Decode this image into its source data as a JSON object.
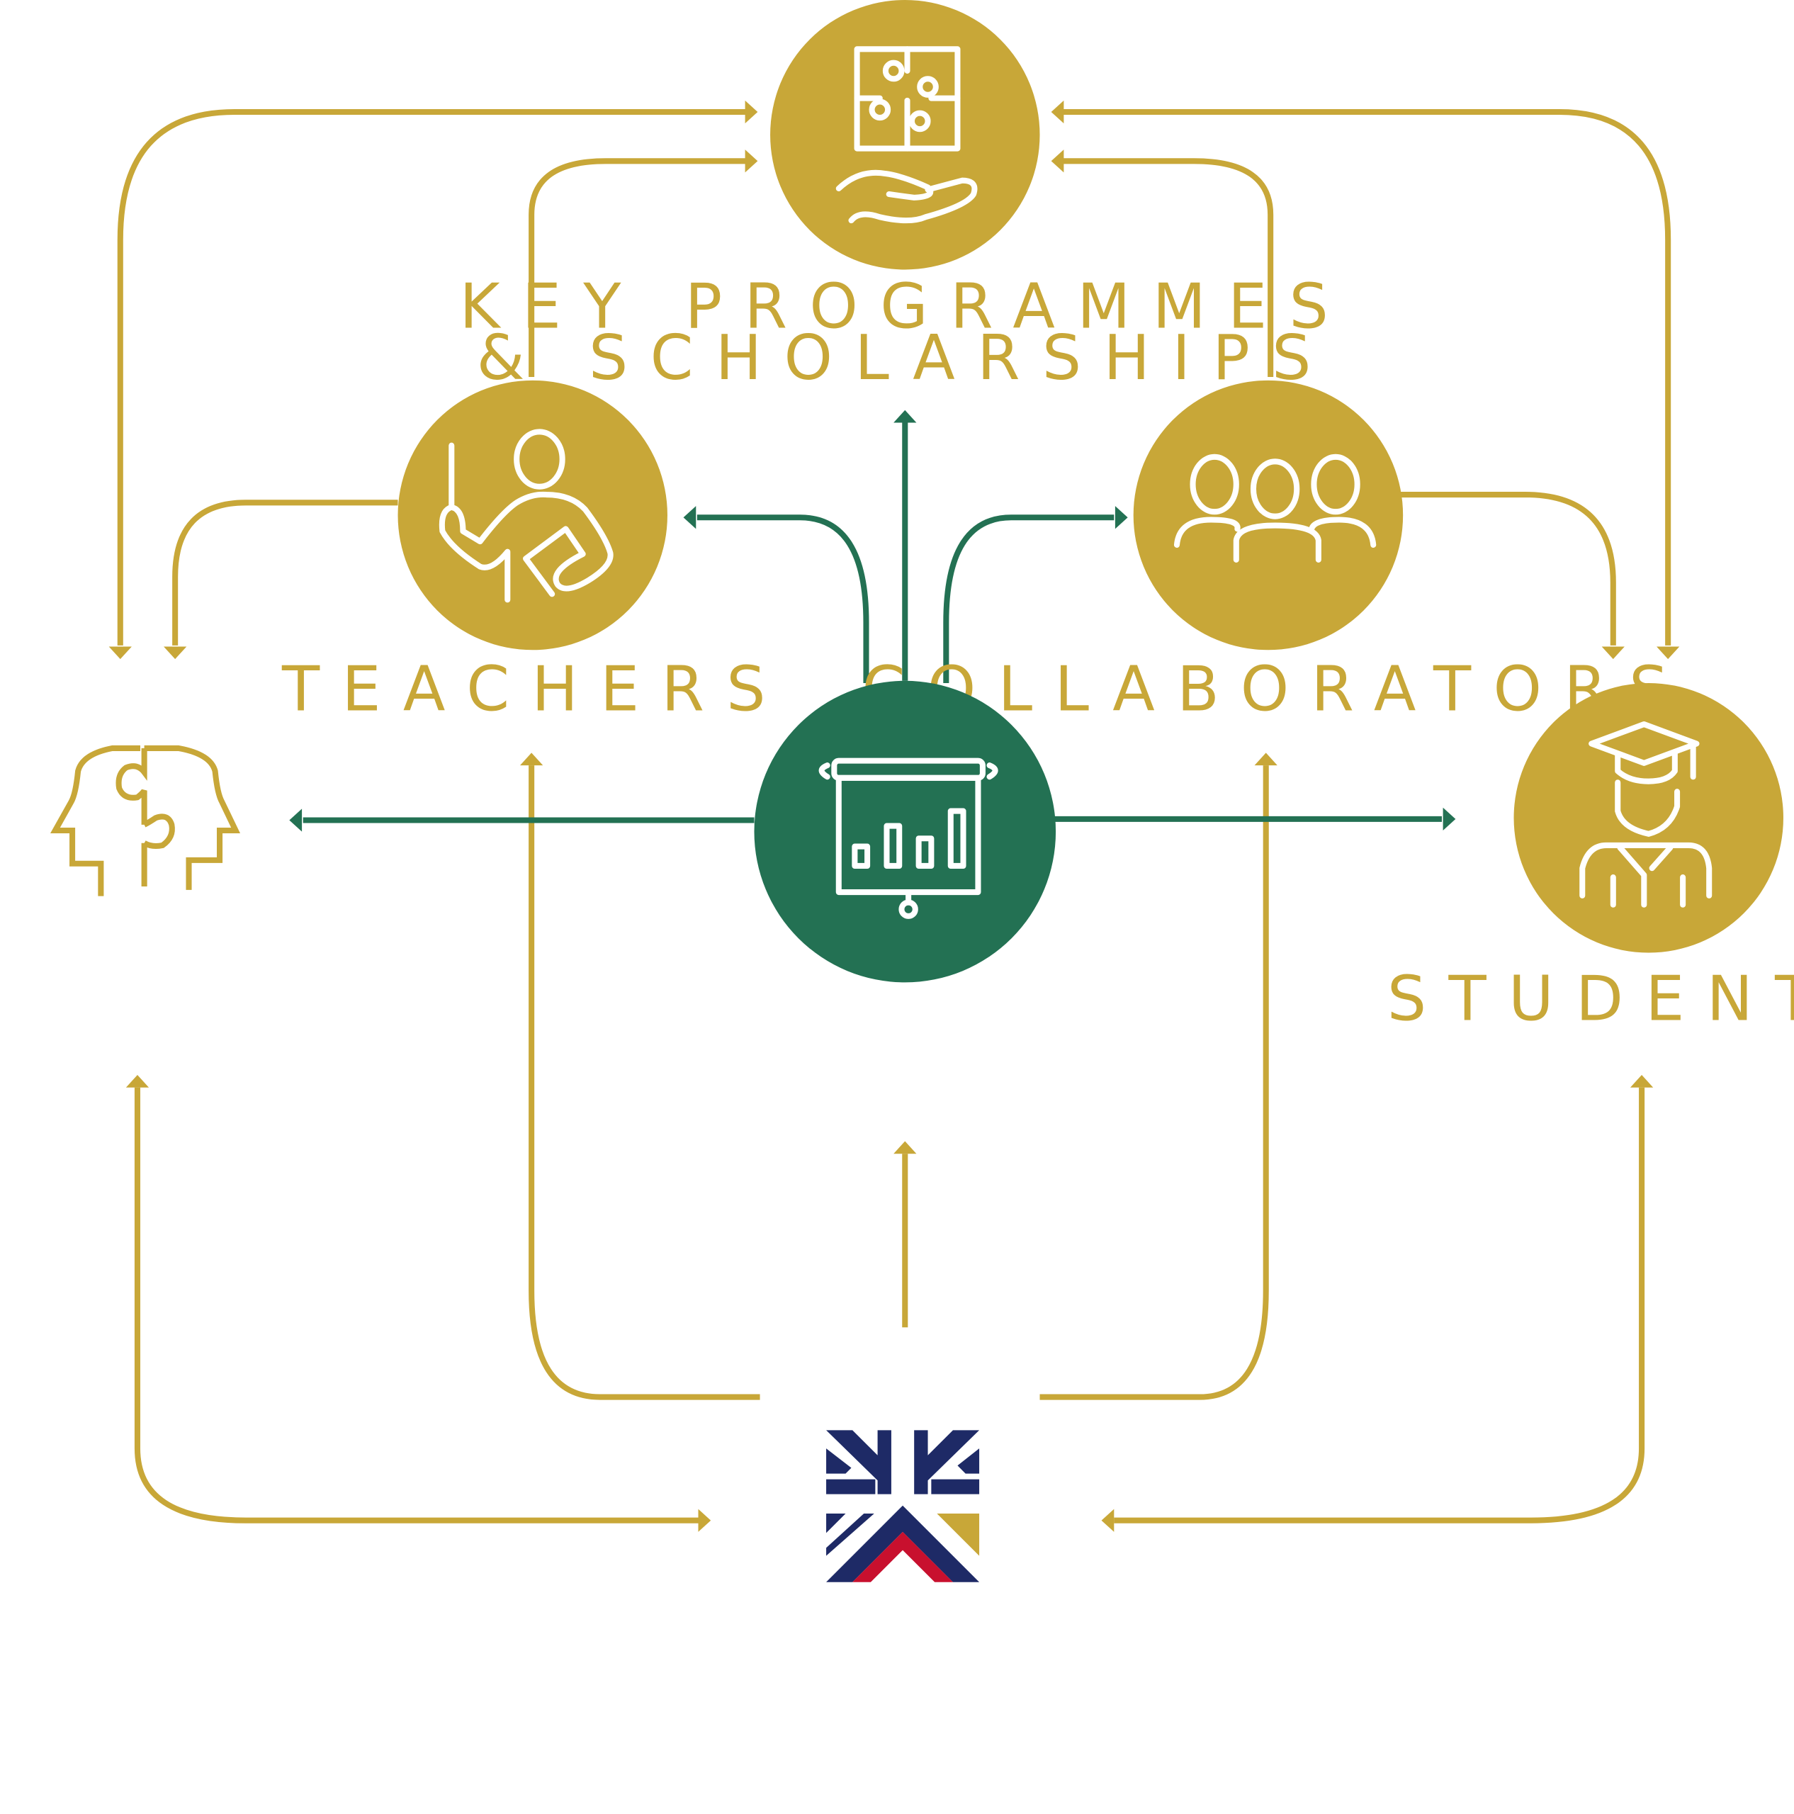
{
  "nodes": {
    "key_programmes": {
      "line1": "KEY PROGRAMMES",
      "line2": "& SCHOLARSHIPS"
    },
    "teachers": {
      "label": "TEACHERS"
    },
    "collaborators": {
      "label": "COLLABORATORS"
    },
    "students": {
      "label": "STUDENTS"
    }
  },
  "colors": {
    "gold": "#C8A738",
    "green": "#237153",
    "navy": "#1E2A66",
    "red": "#C8102E"
  },
  "icons": {
    "key_programmes": "puzzle-hand-icon",
    "teachers": "teacher-pointer-icon",
    "collaborators": "group-people-icon",
    "students": "graduate-icon",
    "center": "presentation-chart-icon",
    "left": "heads-puzzle-icon",
    "logo": "british-flag-logo"
  }
}
